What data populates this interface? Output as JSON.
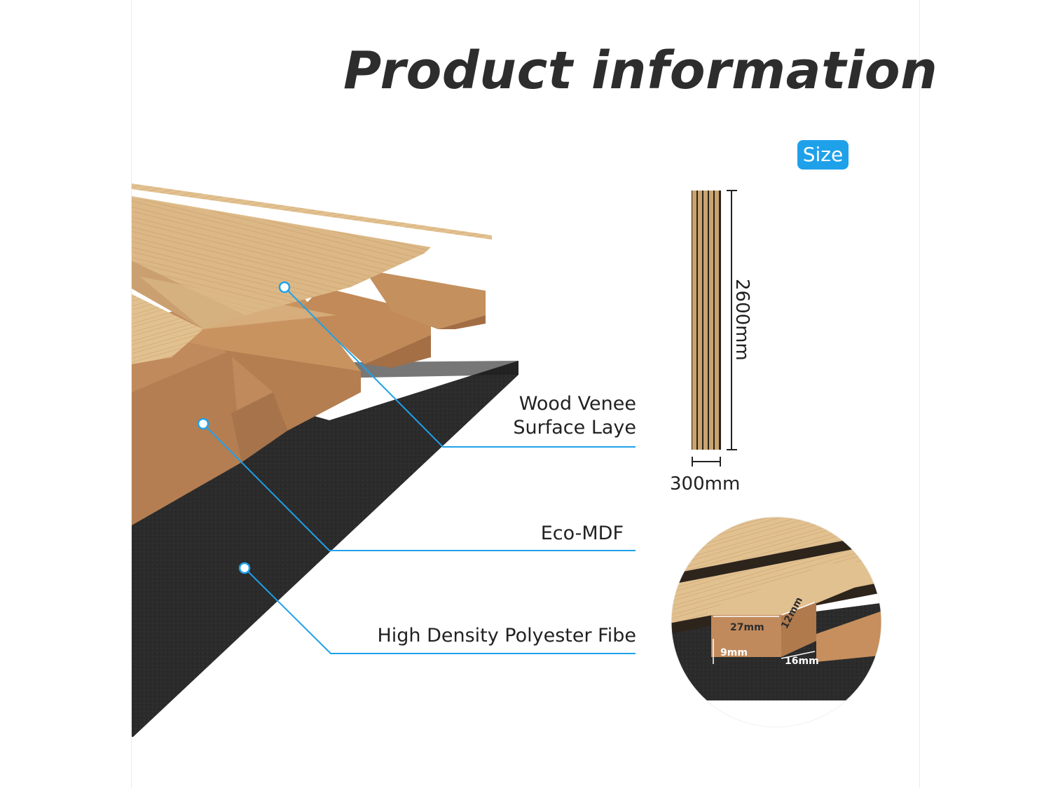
{
  "title": "Product information",
  "size_badge": "Size",
  "layers": [
    {
      "line1": "Wood Venee",
      "line2": "Surface Laye"
    },
    {
      "line1": "Eco-MDF"
    },
    {
      "line1": "High Density Polyester Fibe"
    }
  ],
  "dimensions": {
    "height": "2600mm",
    "width": "300mm",
    "detail": {
      "slat_width": "27mm",
      "slat_height": "12mm",
      "felt_thickness": "9mm",
      "gap": "16mm"
    }
  },
  "colors": {
    "accent": "#1fa1ea",
    "felt": "#2b2b2b",
    "oak_light": "#dcb887",
    "oak_side": "#b47e50"
  }
}
